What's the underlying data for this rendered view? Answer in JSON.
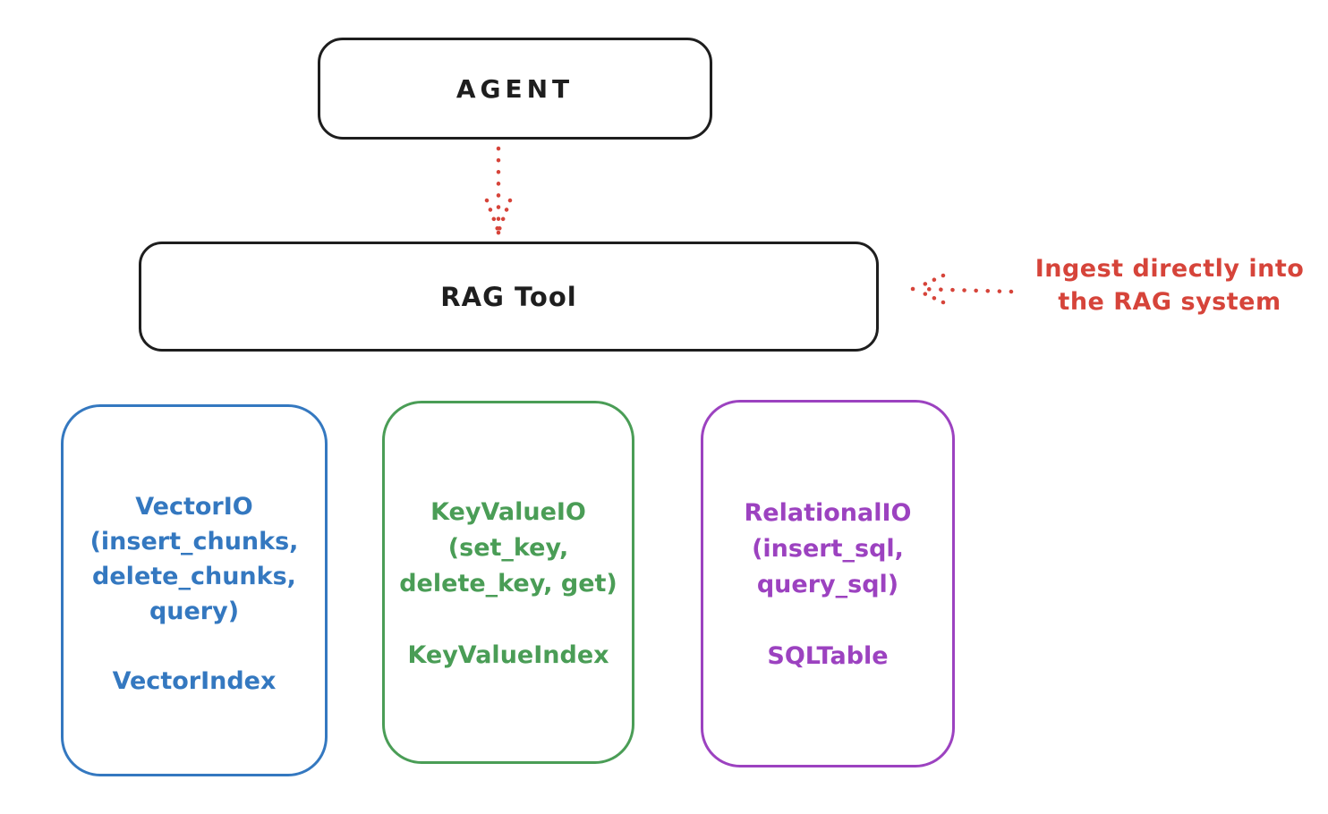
{
  "colors": {
    "ink": "#1e1e1e",
    "red": "#d6443a",
    "blue": "#3478c0",
    "green": "#4a9d56",
    "purple": "#9c42c0"
  },
  "agent": {
    "label": "AGENT"
  },
  "rag_tool": {
    "label": "RAG Tool"
  },
  "annotation": {
    "lines": [
      "Ingest directly into",
      "the RAG system"
    ]
  },
  "arrows": [
    {
      "name": "agent-to-rag-tool",
      "style": "dotted",
      "direction": "down"
    },
    {
      "name": "annotation-to-rag-tool",
      "style": "dotted",
      "direction": "left"
    }
  ],
  "backends": [
    {
      "name": "VectorIO",
      "lines": [
        "VectorIO",
        "(insert_chunks,",
        "delete_chunks,",
        "query)",
        "",
        "VectorIndex"
      ]
    },
    {
      "name": "KeyValueIO",
      "lines": [
        "KeyValueIO",
        "(set_key,",
        "delete_key, get)",
        "",
        "KeyValueIndex"
      ]
    },
    {
      "name": "RelationalIO",
      "lines": [
        "RelationalIO",
        "(insert_sql,",
        "query_sql)",
        "",
        "SQLTable"
      ]
    }
  ]
}
